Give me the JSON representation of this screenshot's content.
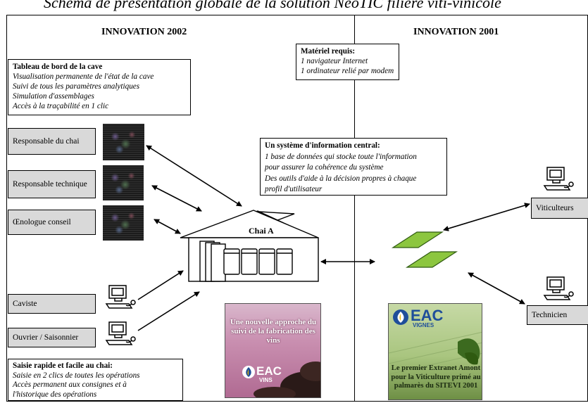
{
  "title": "Schéma de présentation globale de la solution NeoTIC filière viti-vinicole",
  "sections": {
    "left": "INNOVATION 2002",
    "right": "INNOVATION 2001"
  },
  "dashboard": {
    "heading": "Tableau de bord de la cave",
    "lines": [
      "Visualisation permanente de l'état de la cave",
      "Suivi de tous les paramètres analytiques",
      "Simulation d'assemblages",
      "Accès à la traçabilité en 1 clic"
    ]
  },
  "materiel": {
    "heading": "Matériel requis:",
    "lines": [
      "1 navigateur Internet",
      "1 ordinateur relié par modem"
    ]
  },
  "info_system": {
    "heading": "Un  système d'information  central:",
    "lines": [
      "1 base de données qui stocke toute l'information",
      "pour assurer la cohérence du système",
      "Des outils d'aide à la décision propres à chaque",
      "profil d'utilisateur"
    ]
  },
  "roles_left": {
    "responsable_chai": "Responsable du chai",
    "responsable_technique": "Responsable technique",
    "oenologue": "Œnologue conseil",
    "caviste": "Caviste",
    "ouvrier": "Ouvrier / Saisonnier"
  },
  "roles_right": {
    "viticulteurs": "Viticulteurs",
    "technicien": "Technicien"
  },
  "chai_label": "Chai A",
  "saisie": {
    "heading": "Saisie rapide et facile au chai:",
    "lines": [
      "Saisie en 2 clics de toutes les opérations",
      "Accès permanent aux consignes et à",
      "l'historique des opérations"
    ]
  },
  "promo_vins": {
    "text": "Une nouvelle approche du suivi de la fabrication des vins",
    "logo": "EAC",
    "logo_sub": "VINS"
  },
  "promo_vignes": {
    "logo": "EAC",
    "logo_sub": "VIGNES",
    "text": "Le premier Extranet Amont pour la Viticulture primé au palmarès du SITEVI 2001"
  },
  "colors": {
    "role_bg": "#d9d9d9",
    "parallelogram": "#8cc63f",
    "parallelogram_stroke": "#2f5a10"
  },
  "icons": [
    "computer-icon",
    "screen-capture",
    "parallelogram-node",
    "house-chai"
  ]
}
